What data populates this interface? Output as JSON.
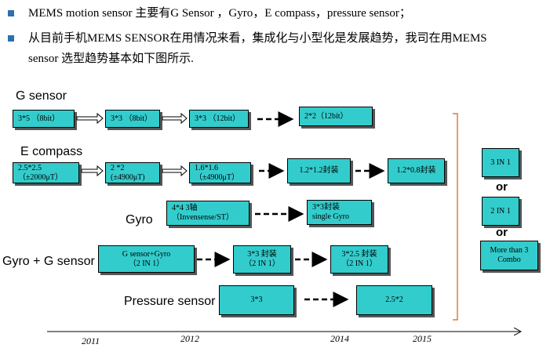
{
  "intro": {
    "bullet1": "MEMS motion sensor 主要有G Sensor ，Gyro，E compass，pressure sensor；",
    "bullet2_line1": "从目前手机MEMS SENSOR在用情况来看，集成化与小型化是发展趋势，我司在用MEMS",
    "bullet2_line2": "sensor 选型趋势基本如下图所示."
  },
  "rows": {
    "g_sensor": {
      "label": "G sensor",
      "boxes": [
        "3*5 （8bit）",
        "3*3 （8bit）",
        "3*3 （12bit）",
        "2*2（12bit）"
      ]
    },
    "e_compass": {
      "label": "E compass",
      "boxes": [
        "2.5*2.5\n（±2000μT）",
        "2 *2\n(±4900μT)",
        "1.6*1.6\n（±4900μT）",
        "1.2*1.2封装",
        "1.2*0.8封装"
      ]
    },
    "gyro": {
      "label": "Gyro",
      "boxes": [
        "4*4  3轴\n（Invensense/ST）",
        "3*3封装\nsingle Gyro"
      ]
    },
    "gyro_g": {
      "label": "Gyro + G sensor",
      "boxes": [
        "G sensor+Gyro\n（2 IN 1）",
        "3*3 封装\n（2 IN 1）",
        "3*2.5 封装\n（2 IN 1）"
      ]
    },
    "pressure": {
      "label": "Pressure sensor",
      "boxes": [
        "3*3",
        "2.5*2"
      ]
    }
  },
  "combo": {
    "boxes": [
      "3 IN 1",
      "2 IN 1",
      "More than 3\nCombo"
    ],
    "or_words": [
      "or",
      "or"
    ]
  },
  "timeline": {
    "years": [
      "2011",
      "2012",
      "2014",
      "2015"
    ]
  },
  "colors": {
    "box_fill": "#33cccc",
    "bullet": "#2c6fb5"
  }
}
